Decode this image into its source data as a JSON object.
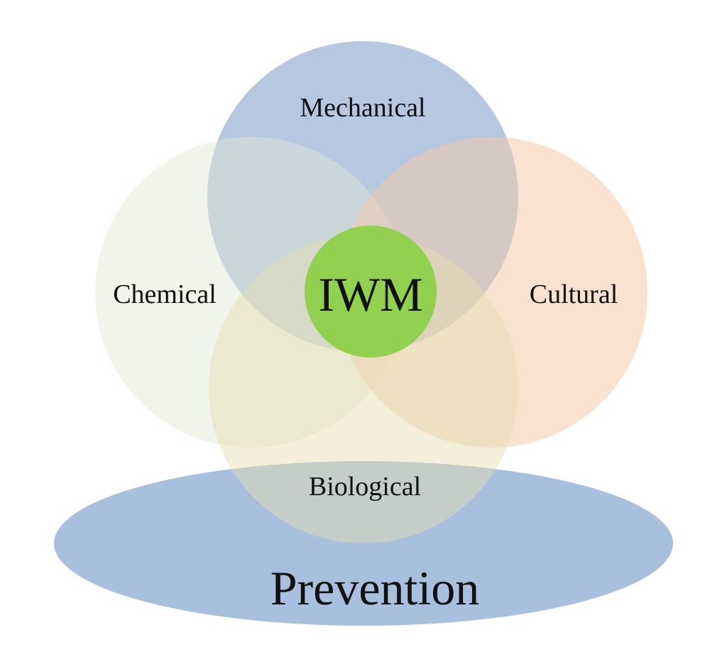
{
  "diagram": {
    "circles": {
      "mechanical": {
        "label": "Mechanical",
        "color": "#8eabd0"
      },
      "chemical": {
        "label": "Chemical",
        "color": "#dfe9d6"
      },
      "cultural": {
        "label": "Cultural",
        "color": "#f6c8a6"
      },
      "biological": {
        "label": "Biological",
        "color": "#e5ddb2"
      }
    },
    "center": {
      "label": "IWM",
      "color": "#92d050"
    },
    "base": {
      "label": "Prevention",
      "color": "#a8bfdd"
    }
  }
}
